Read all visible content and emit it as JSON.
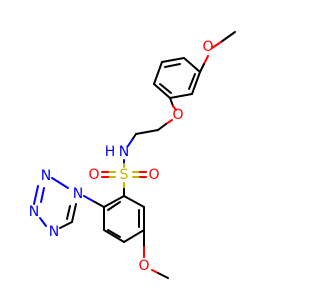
{
  "structure": {
    "colors": {
      "carbon": "#000000",
      "oxygen": "#ff0000",
      "nitrogen": "#0000ff",
      "sulfur": "#c9b400"
    },
    "atom_labels": {
      "o_methoxy_top": "O",
      "o_ether": "O",
      "n_amide": "N",
      "h_amide": "H",
      "s_sulfonyl": "S",
      "o_sulfonyl_left": "O",
      "o_sulfonyl_right": "O",
      "o_methoxy_bottom": "O",
      "n_tz1": "N",
      "n_tz2": "N",
      "n_tz3": "N",
      "n_tz4": "N"
    }
  }
}
